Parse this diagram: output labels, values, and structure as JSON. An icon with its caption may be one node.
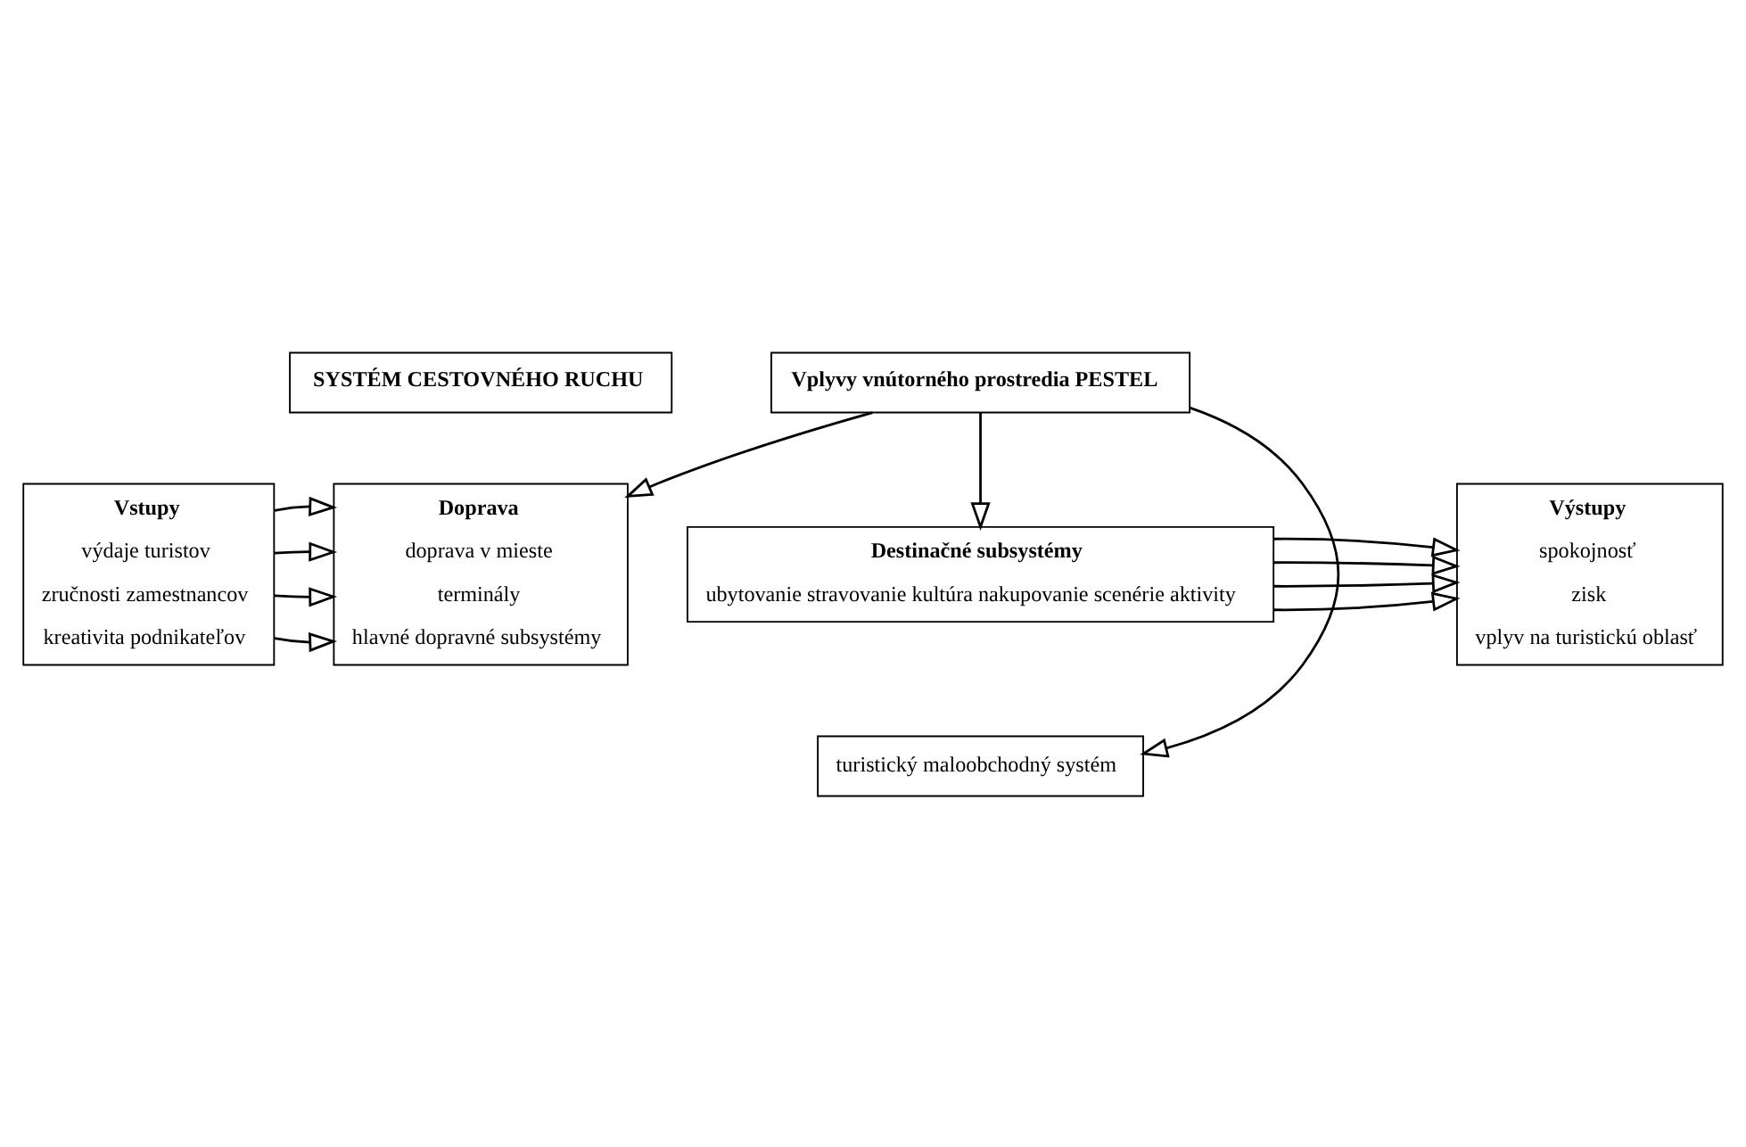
{
  "diagram": {
    "nodes": [
      {
        "text": [
          "SYSTÉM CESTOVNÉHO RUCHU"
        ]
      },
      {
        "text": [
          "Vstupy",
          "výdaje turistov",
          "zručnosti zamestnancov",
          "kreativita podnikateľov"
        ]
      },
      {
        "text": [
          "Doprava",
          "doprava v mieste",
          "terminály",
          "hlavné dopravné subsystémy"
        ]
      },
      {
        "text": [
          "Destinačné subsystémy",
          "ubytovanie stravovanie kultúra nakupovanie scenérie aktivity"
        ]
      },
      {
        "text": [
          "turistický maloobchodný systém"
        ]
      },
      {
        "text": [
          "Výstupy",
          "spokojnosť",
          "zisk",
          "vplyv na turistickú oblasť"
        ]
      },
      {
        "text": [
          "Vplyvy vnútorného prostredia PESTEL"
        ]
      }
    ],
    "edges": [
      {
        "from": 1,
        "to": 2,
        "arrow": "to"
      },
      {
        "from": 1,
        "to": 2,
        "arrow": "to"
      },
      {
        "from": 1,
        "to": 2,
        "arrow": "to"
      },
      {
        "from": 1,
        "to": 2,
        "arrow": "to"
      },
      {
        "from": 3,
        "to": 5,
        "arrow": "to"
      },
      {
        "from": 3,
        "to": 5,
        "arrow": "to"
      },
      {
        "from": 3,
        "to": 5,
        "arrow": "to"
      },
      {
        "from": 3,
        "to": 5,
        "arrow": "to"
      },
      {
        "from": 6,
        "to": 2,
        "arrow": "to"
      },
      {
        "from": 6,
        "to": 4,
        "arrow": "to"
      },
      {
        "from": 6,
        "to": 3,
        "arrow": "to"
      }
    ]
  }
}
